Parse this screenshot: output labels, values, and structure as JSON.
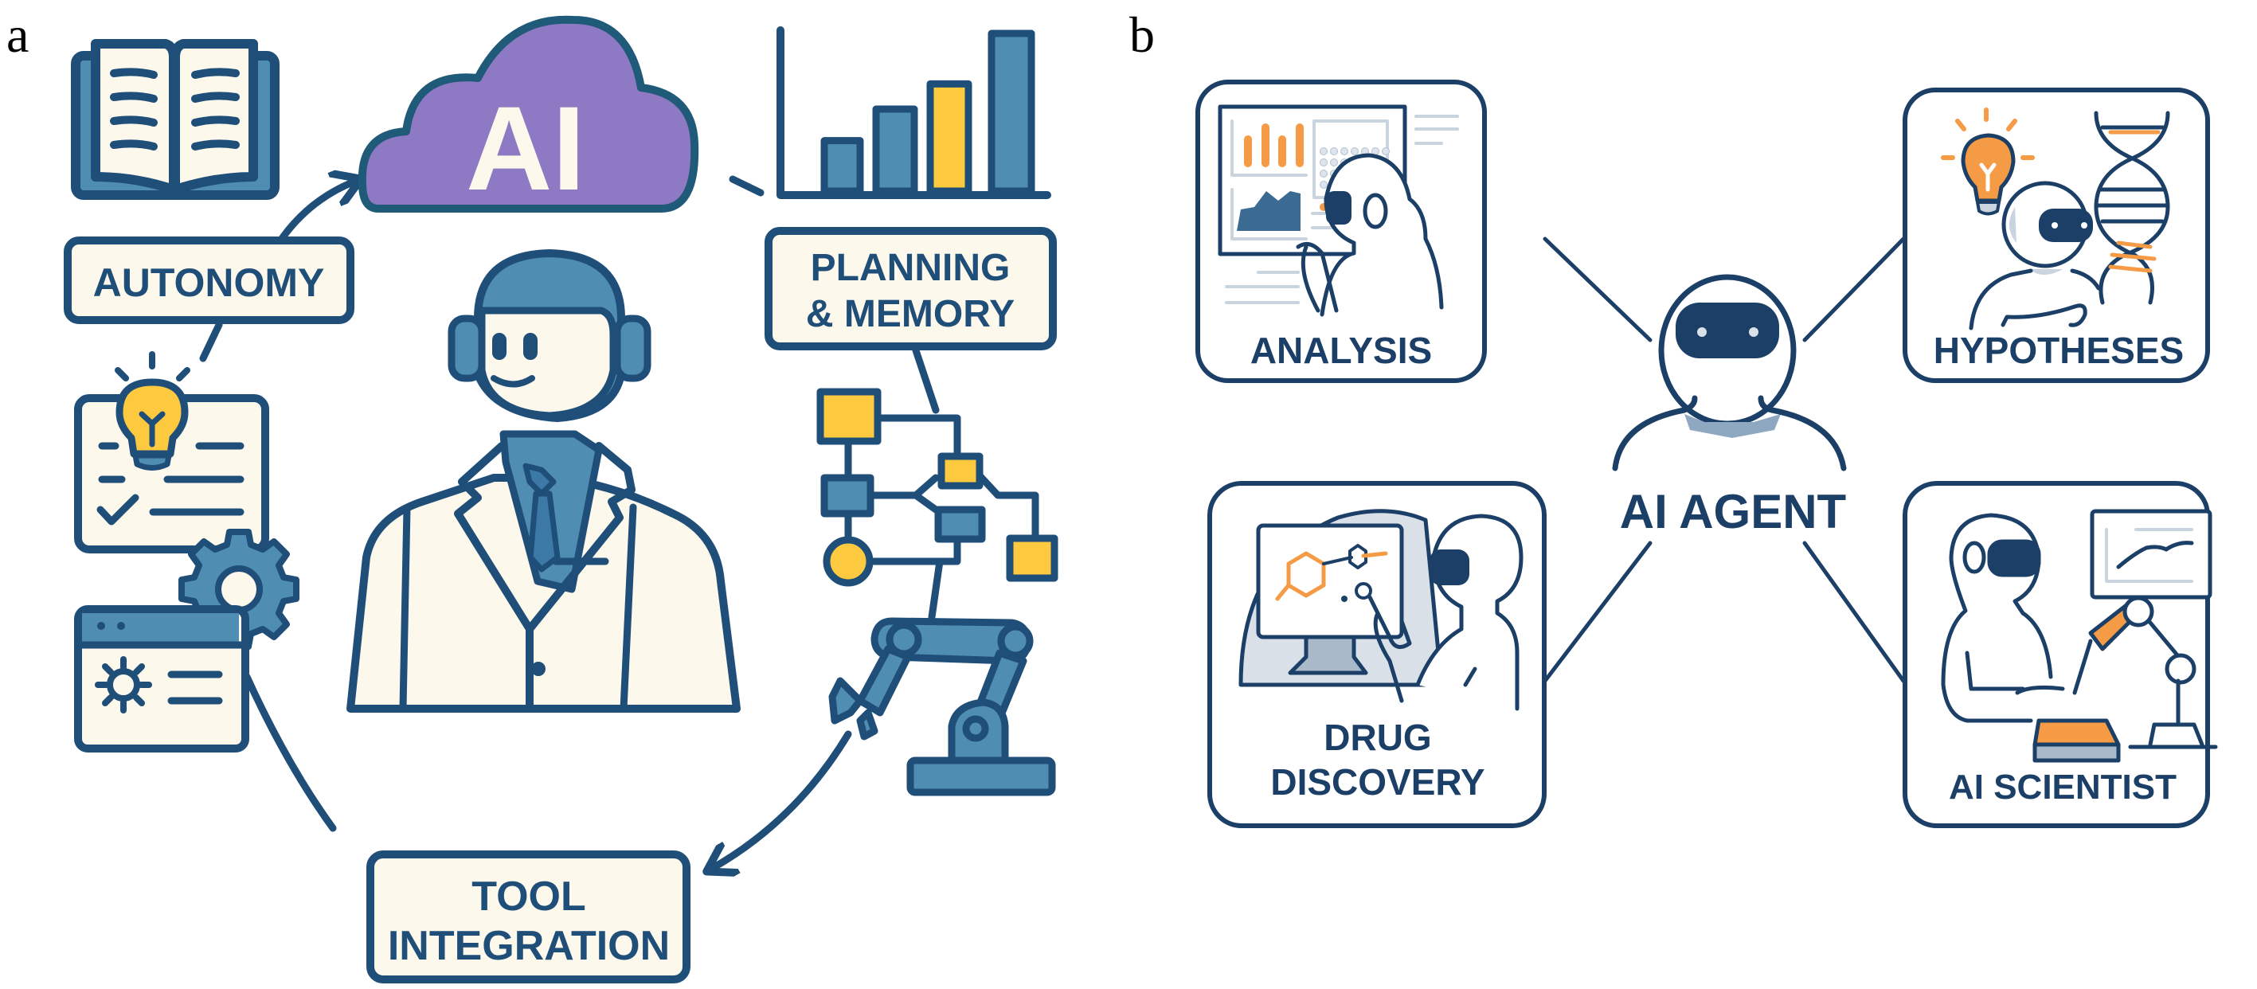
{
  "panels": {
    "a": {
      "letter": "a",
      "cloud_label": "AI",
      "labels": {
        "autonomy": "AUTONOMY",
        "planning_line1": "PLANNING",
        "planning_line2": "& MEMORY",
        "tool_line1": "TOOL",
        "tool_line2": "INTEGRATION"
      },
      "icons": [
        "open-book-icon",
        "ai-cloud-icon",
        "bar-chart-icon",
        "lightbulb-checklist-icon",
        "gear-icon",
        "settings-window-icon",
        "flowchart-icon",
        "robotic-arm-icon",
        "robot-scientist-figure"
      ],
      "bar_chart_relative_heights": [
        0.32,
        0.52,
        0.68,
        1.0
      ],
      "bar_chart_highlight_index": 2
    },
    "b": {
      "letter": "b",
      "center_label": "AI AGENT",
      "cards": [
        {
          "id": "analysis",
          "lines": [
            "ANALYSIS"
          ]
        },
        {
          "id": "hypotheses",
          "lines": [
            "HYPOTHESES"
          ]
        },
        {
          "id": "drug-discovery",
          "lines": [
            "DRUG",
            "DISCOVERY"
          ]
        },
        {
          "id": "ai-scientist",
          "lines": [
            "AI SCIENTIST"
          ]
        }
      ]
    }
  },
  "colors": {
    "navy": "#1f4e79",
    "dark_navy": "#1b3f66",
    "steel_blue": "#4f8db3",
    "cream": "#fdf8ec",
    "yellow": "#fcc93f",
    "purple": "#8e79c4",
    "orange": "#f59a45",
    "light_gray": "#c9d4de"
  }
}
